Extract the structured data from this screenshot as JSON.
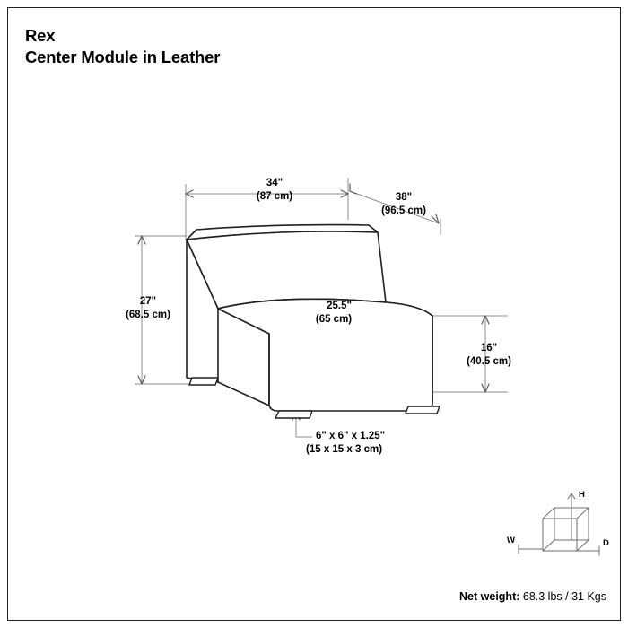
{
  "sheet": {
    "title_line_1": "Rex",
    "title_line_2": "Center Module in Leather",
    "border_color": "#231f20",
    "background": "#ffffff"
  },
  "product": {
    "name": "Rex",
    "description": "Center Module in Leather"
  },
  "weight": {
    "label": "Net weight:",
    "value": "68.3 lbs / 31 Kgs"
  },
  "dimensions": {
    "width": {
      "imperial": "34\"",
      "metric": "(87 cm)"
    },
    "depth": {
      "imperial": "38\"",
      "metric": "(96.5 cm)"
    },
    "height": {
      "imperial": "27\"",
      "metric": "(68.5 cm)"
    },
    "seat_depth": {
      "imperial": "25.5\"",
      "metric": "(65 cm)"
    },
    "seat_height": {
      "imperial": "16\"",
      "metric": "(40.5 cm)"
    },
    "leg": {
      "imperial": "6\" x 6\" x 1.25\"",
      "metric": "(15 x 15 x 3 cm)"
    }
  },
  "axis_key": {
    "height_label": "H",
    "width_label": "W",
    "depth_label": "D"
  },
  "colors": {
    "outline": "#231f20",
    "dimension_line": "#8c8c8c",
    "text": "#000000"
  }
}
